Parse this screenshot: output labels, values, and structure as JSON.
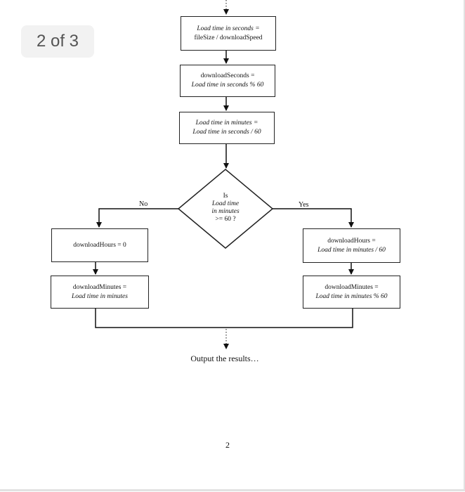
{
  "viewer": {
    "page_indicator": "2 of 3"
  },
  "diagram": {
    "box_load_time_seconds": {
      "line1": "Load time in seconds =",
      "line2": "fileSize / downloadSpeed"
    },
    "box_download_seconds": {
      "line1": "downloadSeconds =",
      "line2": "Load time in seconds  % 60"
    },
    "box_load_time_minutes": {
      "line1": "Load time in minutes =",
      "line2": "Load time in seconds  / 60"
    },
    "decision": {
      "line1": "Is",
      "line2": "Load time",
      "line3": "in minutes",
      "line4": ">= 60 ?"
    },
    "branch_no": "No",
    "branch_yes": "Yes",
    "box_hours_zero": {
      "line1": "downloadHours = 0"
    },
    "box_minutes_no": {
      "line1": "downloadMinutes =",
      "line2": "Load time in minutes"
    },
    "box_hours_yes": {
      "line1": "downloadHours =",
      "line2": "Load time in minutes / 60"
    },
    "box_minutes_yes": {
      "line1": "downloadMinutes =",
      "line2": "Load time in minutes % 60"
    },
    "output": "Output the results…"
  },
  "page_number": "2"
}
